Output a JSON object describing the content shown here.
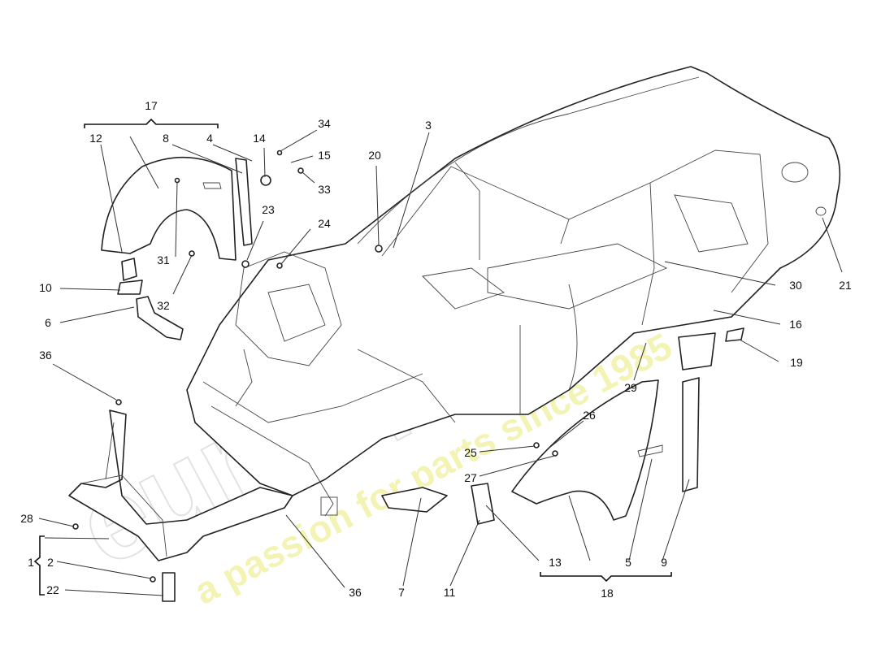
{
  "diagram": {
    "callouts": [
      "1",
      "2",
      "3",
      "4",
      "5",
      "6",
      "7",
      "8",
      "9",
      "10",
      "11",
      "12",
      "13",
      "14",
      "15",
      "16",
      "17",
      "18",
      "19",
      "20",
      "21",
      "22",
      "23",
      "24",
      "25",
      "26",
      "27",
      "28",
      "29",
      "30",
      "31",
      "32",
      "33",
      "34",
      "36",
      "36"
    ]
  },
  "watermark": {
    "brand": "eurospares",
    "tagline": "a passion for parts since 1985"
  }
}
